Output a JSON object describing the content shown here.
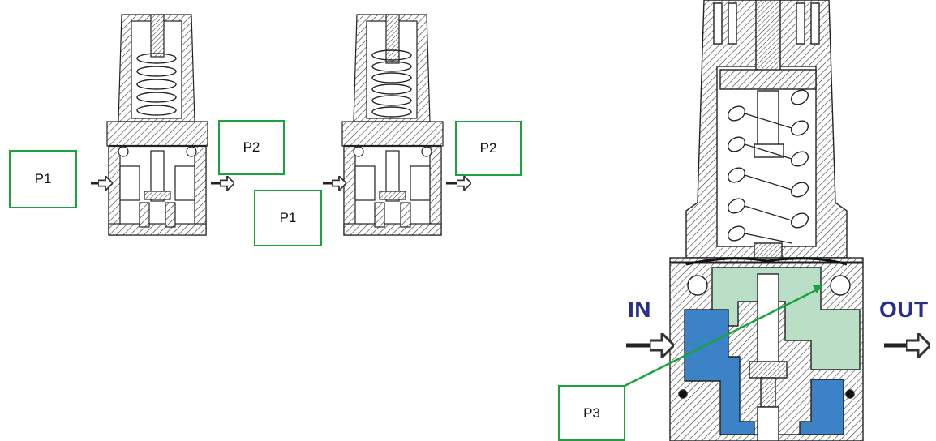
{
  "labels": {
    "left_p1": "P1",
    "left_p2": "P2",
    "mid_p1": "P1",
    "mid_p2": "P2",
    "right_p3": "P3",
    "in": "IN",
    "out": "OUT"
  },
  "colors": {
    "label_border": "#1aa33c",
    "flow_word": "#2a2d8c",
    "chamber_blue": "#3c82c6",
    "chamber_green": "#b9dfc6",
    "pointer_line": "#1aa33c",
    "line": "#222222"
  }
}
